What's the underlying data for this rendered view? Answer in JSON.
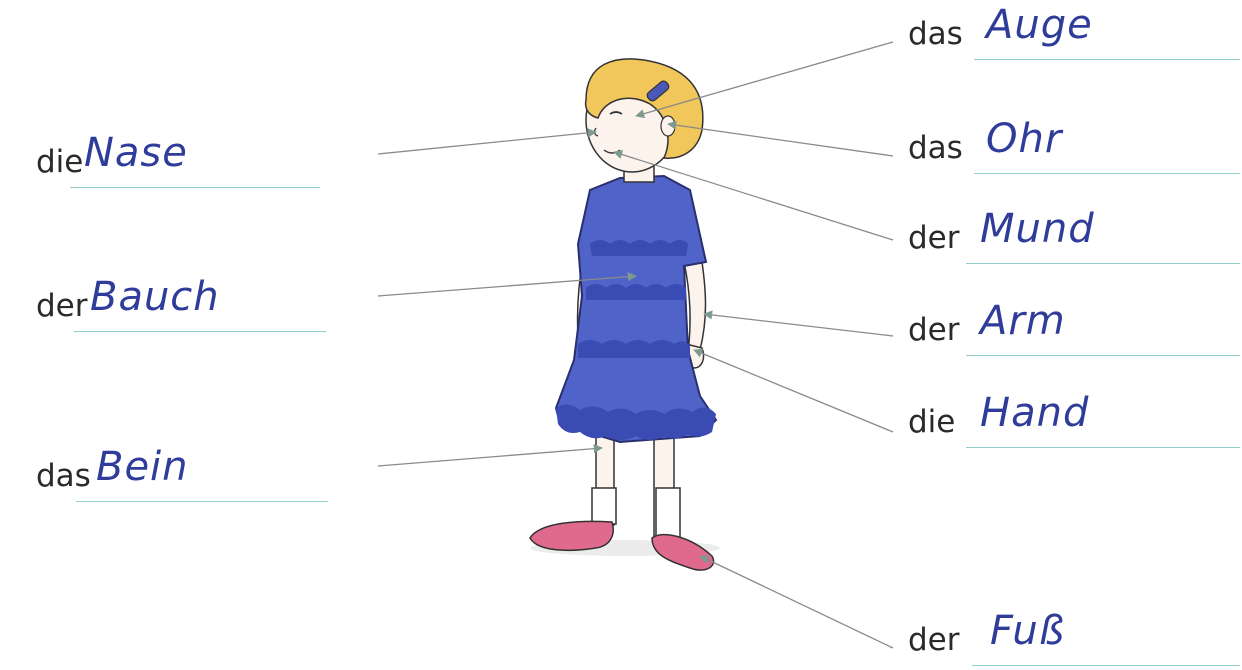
{
  "labels": {
    "nase": {
      "article": "die",
      "word": "Nase"
    },
    "bauch": {
      "article": "der",
      "word": "Bauch"
    },
    "bein": {
      "article": "das",
      "word": "Bein"
    },
    "auge": {
      "article": "das",
      "word": "Auge"
    },
    "ohr": {
      "article": "das",
      "word": "Ohr"
    },
    "mund": {
      "article": "der",
      "word": "Mund"
    },
    "arm": {
      "article": "der",
      "word": "Arm"
    },
    "hand": {
      "article": "die",
      "word": "Hand"
    },
    "fuss": {
      "article": "der",
      "word": "Fuß"
    }
  },
  "colors": {
    "handwriting": "#2f3c9a",
    "answer_line": "#8fd1cf",
    "pointer_line": "#8a8a8a",
    "dress": "#4f63c8",
    "hair": "#f1c65a",
    "shoes": "#e0698e"
  }
}
